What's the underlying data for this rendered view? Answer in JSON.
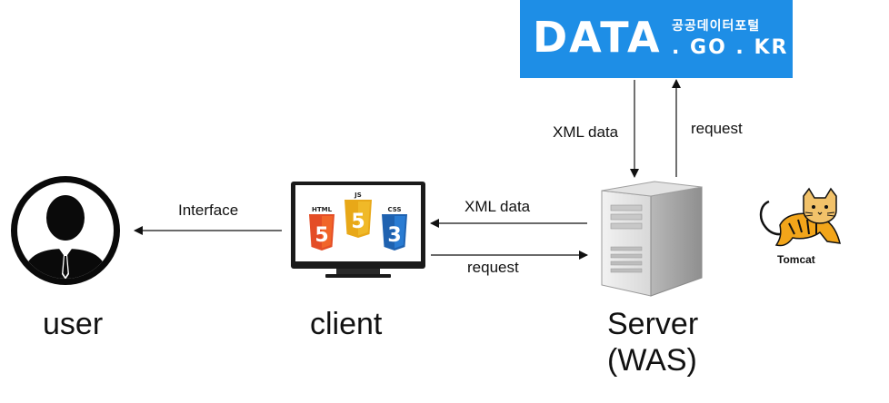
{
  "logo": {
    "main": "DATA",
    "korean": "공공데이터포털",
    "domain": ". GO . KR",
    "color": "#1e8ee6"
  },
  "nodes": {
    "user": "user",
    "client": "client",
    "server_line1": "Server",
    "server_line2": "(WAS)",
    "tomcat": "Tomcat"
  },
  "edges": {
    "interface": "Interface",
    "client_xml": "XML data",
    "client_request": "request",
    "server_xml": "XML data",
    "server_request": "request"
  },
  "badges": {
    "html": "HTML",
    "js": "JS",
    "css": "CSS",
    "html_num": "5",
    "js_num": "5",
    "css_num": "3"
  }
}
